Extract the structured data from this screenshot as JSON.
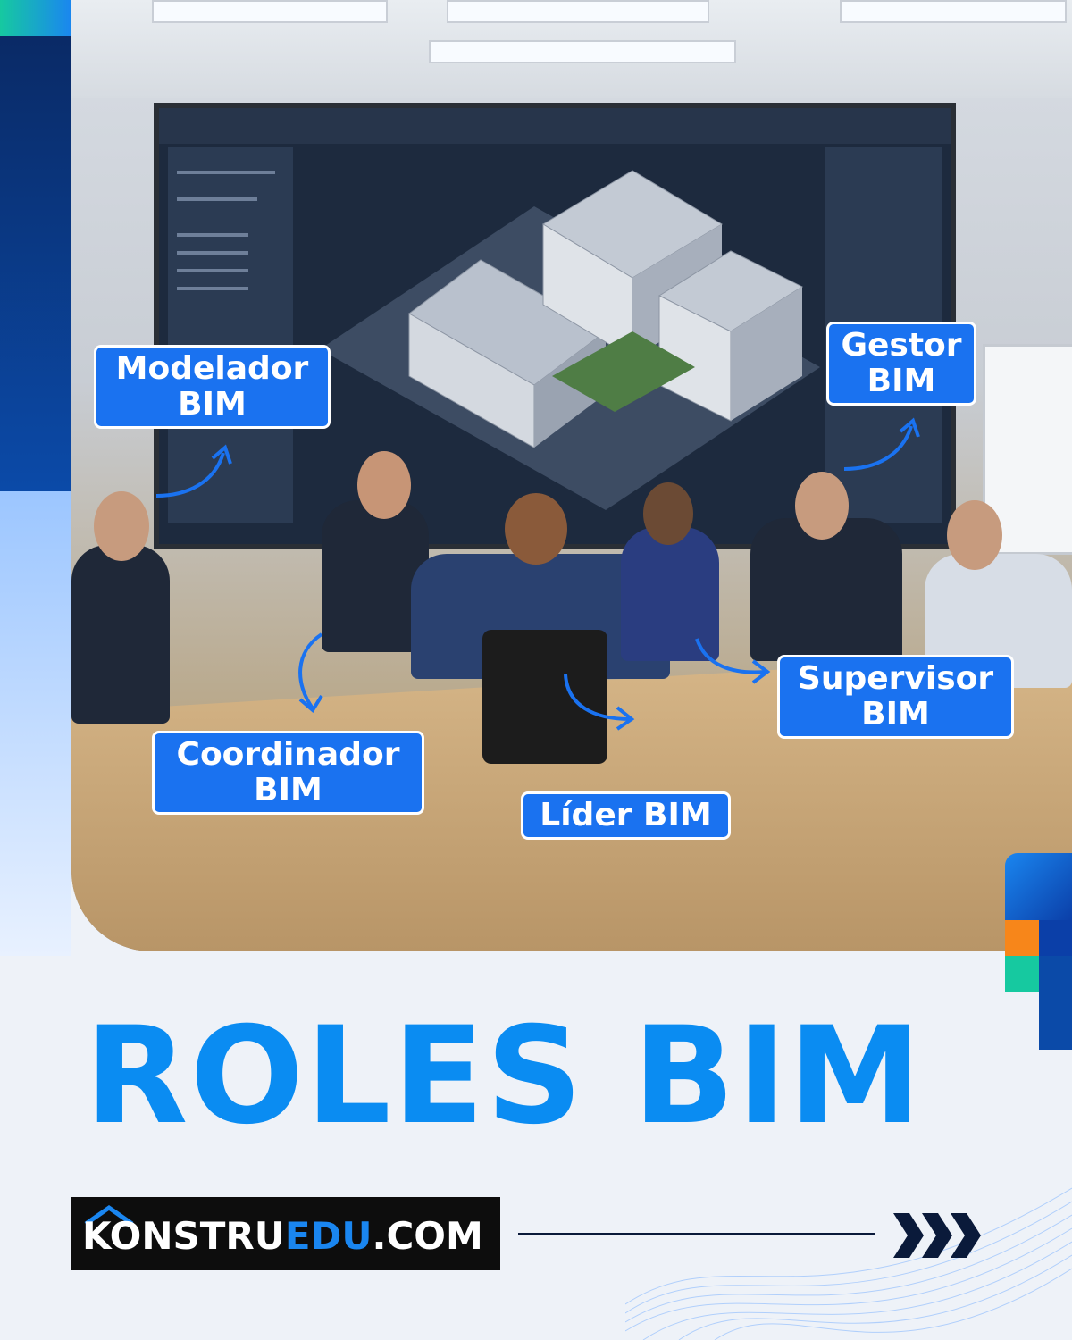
{
  "labels": {
    "modelador": [
      "Modelador",
      "BIM"
    ],
    "gestor": [
      "Gestor",
      "BIM"
    ],
    "supervisor": [
      "Supervisor",
      "BIM"
    ],
    "coordinador": [
      "Coordinador",
      "BIM"
    ],
    "lider": "Líder BIM"
  },
  "title": "ROLES BIM",
  "brand": {
    "part1": "KONSTRU",
    "part2": "EDU",
    "part3": ".COM"
  },
  "colors": {
    "accent": "#1a72f0",
    "title": "#0a8cf2",
    "dark": "#0a1a3a",
    "orange": "#f7861a",
    "teal": "#16c9a0"
  }
}
